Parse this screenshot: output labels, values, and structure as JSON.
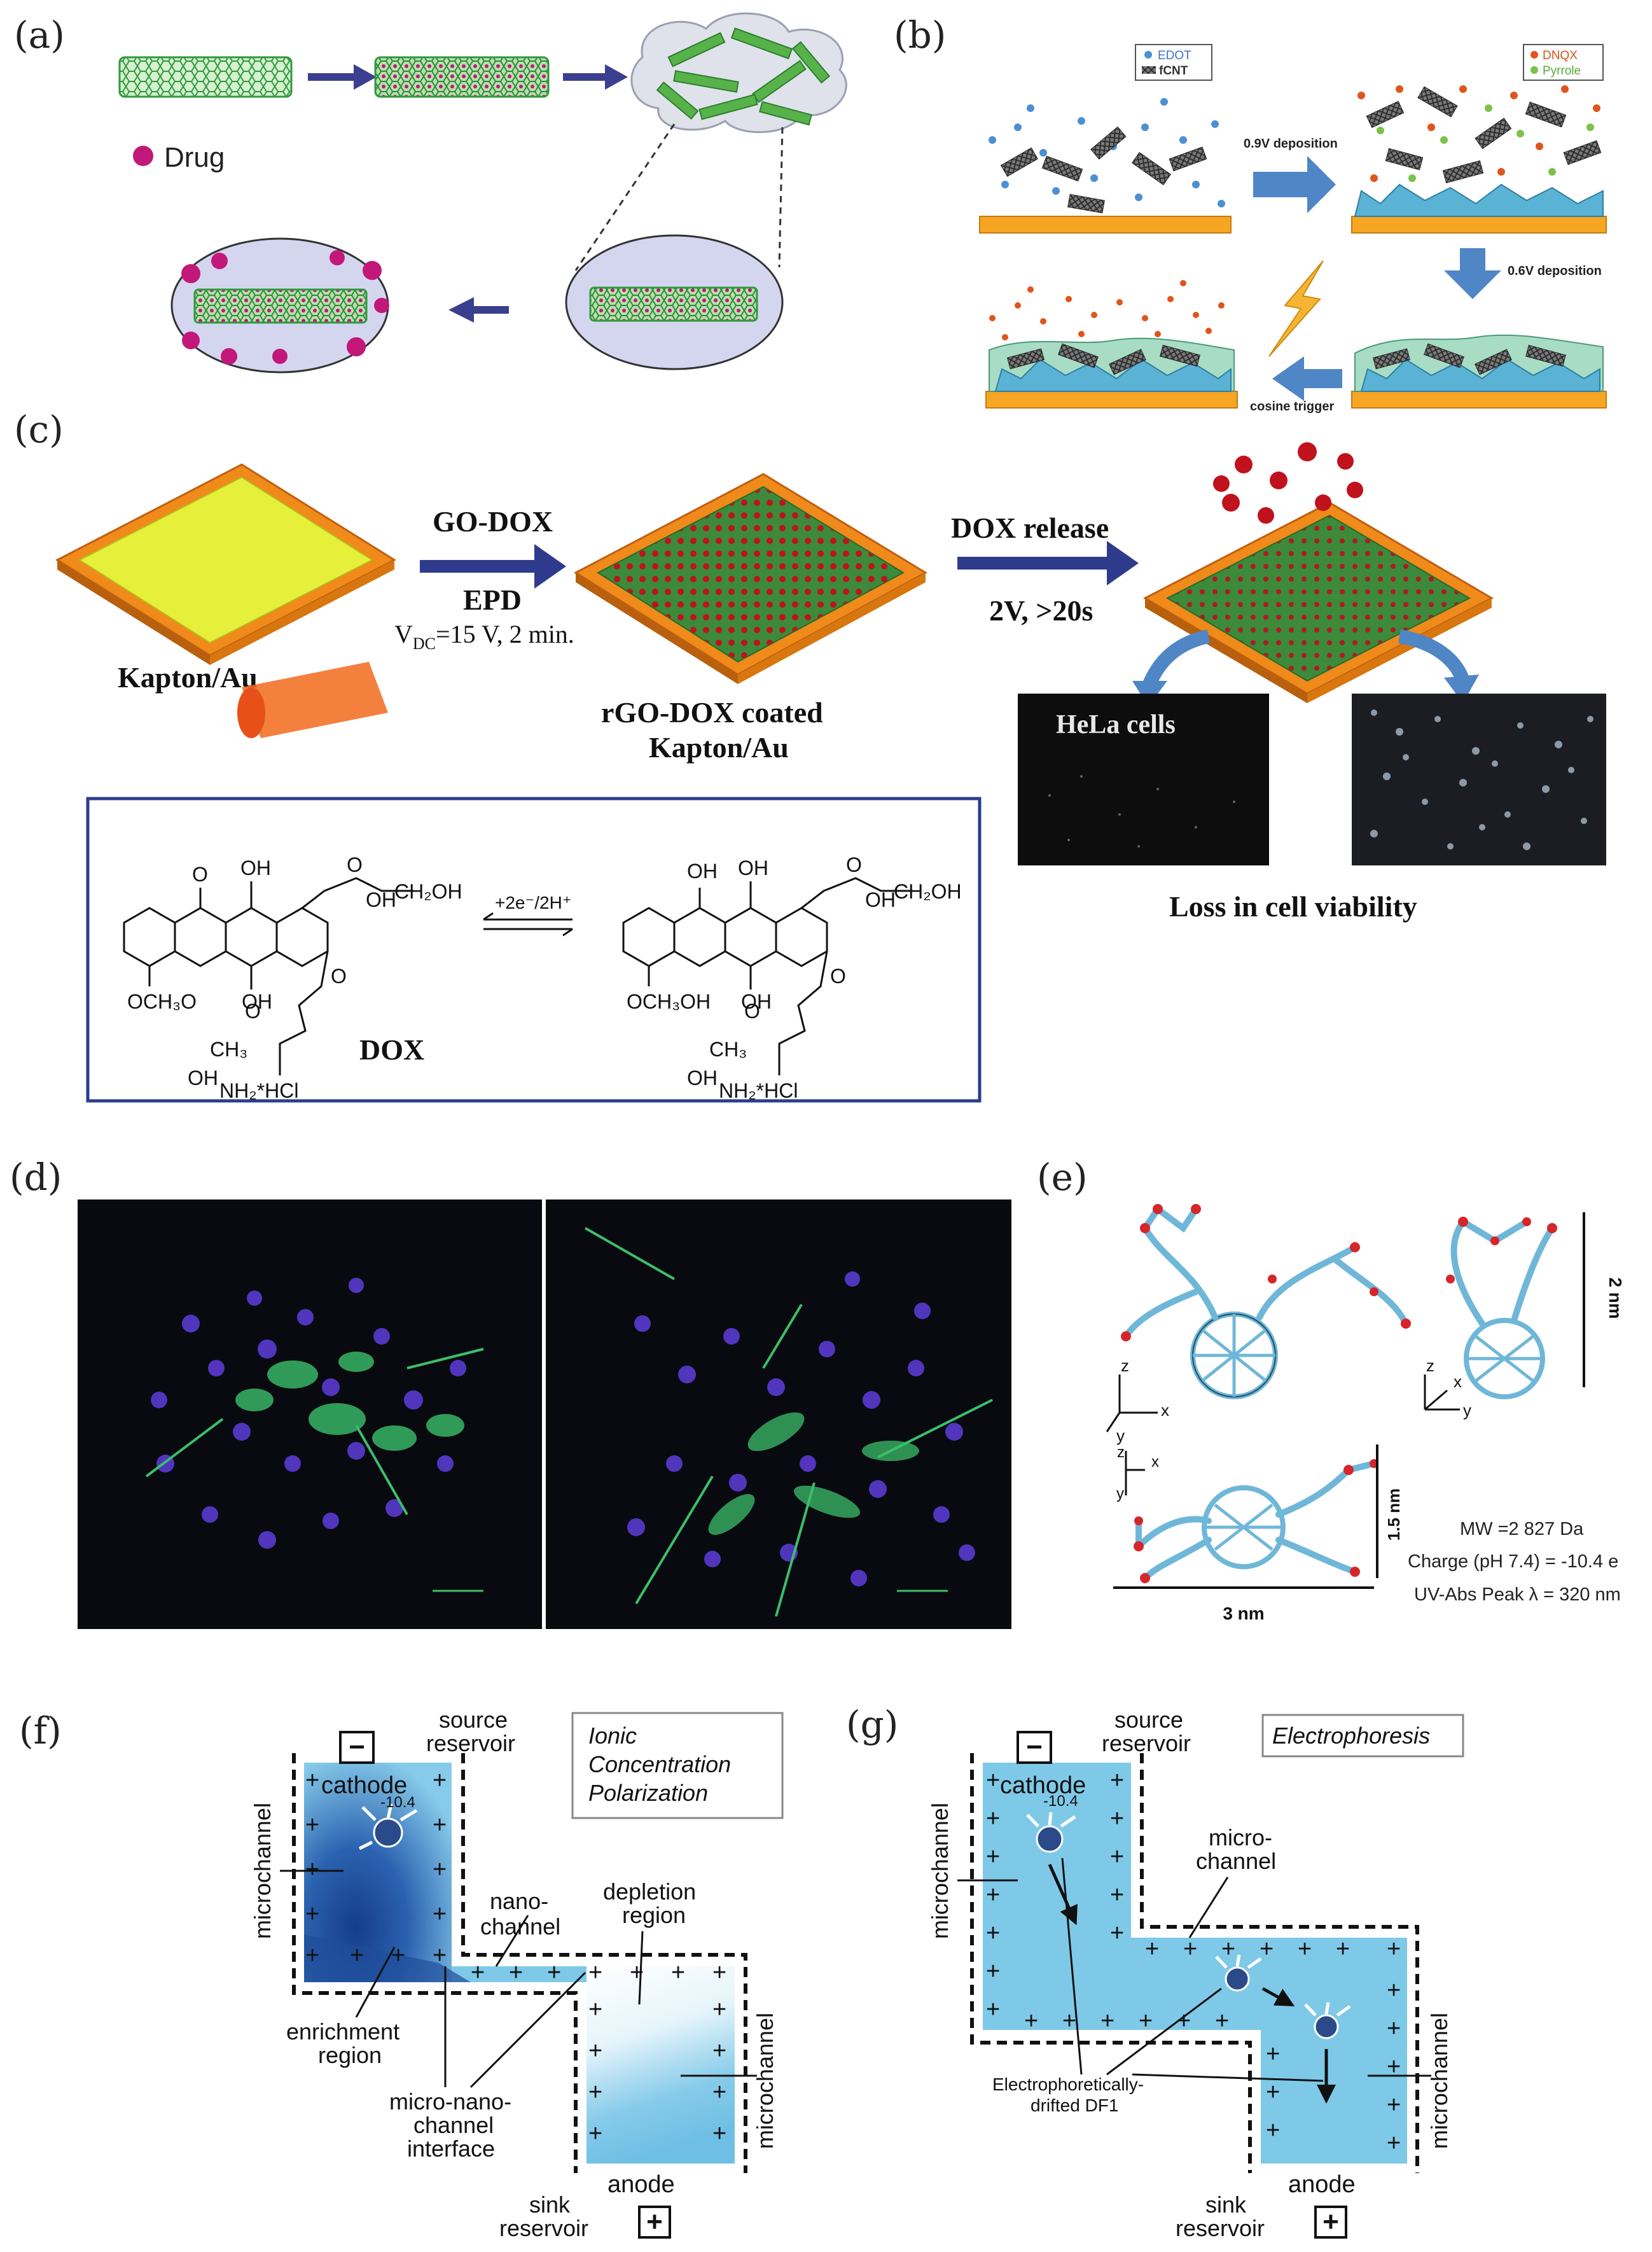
{
  "panels": {
    "a": {
      "label": "(a)",
      "legend_drug": "Drug"
    },
    "b": {
      "label": "(b)",
      "legend_edot": "EDOT",
      "legend_fcnt": "fCNT",
      "legend_dnqx": "DNQX",
      "legend_pyrrole": "Pyrrole",
      "step_09": "0.9V deposition",
      "step_06": "0.6V deposition",
      "step_trigger": "cosine trigger"
    },
    "c": {
      "label": "(c)",
      "arrow1_top": "GO-DOX",
      "arrow1_mid": "EPD",
      "arrow1_vdc": "V",
      "arrow1_vdc_sub": "DC",
      "arrow1_vdc_rest": "=15 V, 2 min.",
      "arrow2_top": "DOX release",
      "arrow2_bottom": "2V, >20s",
      "substrate_label": "Kapton/Au",
      "coated_line1": "rGO-DOX coated",
      "coated_line2": "Kapton/Au",
      "hela_label": "HeLa cells",
      "viability_label": "Loss in cell viability",
      "reaction_label": "+2e⁻/2H⁺",
      "dox_label": "DOX"
    },
    "d": {
      "label": "(d)"
    },
    "e": {
      "label": "(e)",
      "axis_z": "z",
      "axis_x": "x",
      "axis_y": "y",
      "scale_2nm": "2 nm",
      "scale_15nm": "1.5 nm",
      "scale_3nm": "3 nm",
      "mw": "MW =2 827 Da",
      "charge": "Charge (pH 7.4) = -10.4 e",
      "uv": "UV-Abs Peak λ = 320 nm"
    },
    "f": {
      "label": "(f)",
      "cathode": "cathode",
      "anode": "anode",
      "source_line1": "source",
      "source_line2": "reservoir",
      "sink_line1": "sink",
      "sink_line2": "reservoir",
      "box_line1": "Ionic",
      "box_line2": "Concentration",
      "box_line3": "Polarization",
      "microchannel": "microchannel",
      "nano_line1": "nano-",
      "nano_line2": "channel",
      "depletion_line1": "depletion",
      "depletion_line2": "region",
      "enrich_line1": "enrichment",
      "enrich_line2": "region",
      "interface_line1": "micro-nano-",
      "interface_line2": "channel",
      "interface_line3": "interface",
      "charge_tag": "-10.4",
      "minus": "−",
      "plus": "+"
    },
    "g": {
      "label": "(g)",
      "cathode": "cathode",
      "anode": "anode",
      "source_line1": "source",
      "source_line2": "reservoir",
      "sink_line1": "sink",
      "sink_line2": "reservoir",
      "box_title": "Electrophoresis",
      "microchannel": "microchannel",
      "micro_line1": "micro-",
      "micro_line2": "channel",
      "drift_line1": "Electrophoretically-",
      "drift_line2": "drifted DF1",
      "charge_tag": "-10.4",
      "minus": "−",
      "plus": "+"
    }
  },
  "colors": {
    "cnt_green": "#3aa84a",
    "drug_magenta": "#c2187a",
    "orange": "#f39a1c",
    "lime": "#e4f23a",
    "arrow_navy": "#2e3a8c",
    "arrow_blue": "#4f86c6",
    "channel_blue": "#7fc9e8",
    "enrich_dark": "#1f4d9a",
    "dox_red": "#c0121c",
    "box_blue": "#2a3d8f"
  }
}
